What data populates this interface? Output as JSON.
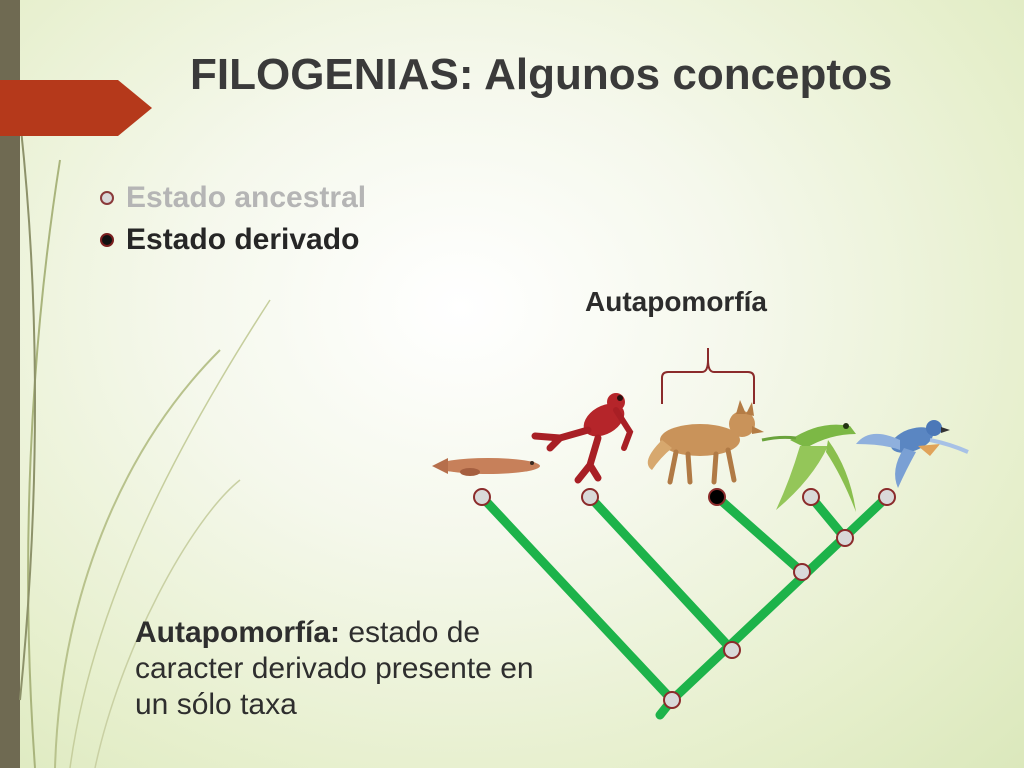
{
  "slide": {
    "title": "FILOGENIAS: Algunos conceptos"
  },
  "legend": {
    "ancestral_label": "Estado ancestral",
    "derived_label": "Estado derivado"
  },
  "bracket": {
    "label": "Autapomorfía"
  },
  "definition": {
    "term": "Autapomorfía:",
    "text": " estado de caracter derivado presente en un sólo taxa"
  },
  "colors": {
    "branch": "#1db34a",
    "node_fill": "#d9d9d9",
    "node_stroke": "#8b2b2b",
    "derived_fill": "#000000",
    "accent_arrow": "#b5391b",
    "bracket": "#8b2b2b"
  },
  "taxa": [
    {
      "icon": "fish-icon",
      "state": "ancestral"
    },
    {
      "icon": "frog-icon",
      "state": "ancestral"
    },
    {
      "icon": "fox-icon",
      "state": "derived"
    },
    {
      "icon": "pterosaur-icon",
      "state": "ancestral"
    },
    {
      "icon": "bird-icon",
      "state": "ancestral"
    }
  ]
}
